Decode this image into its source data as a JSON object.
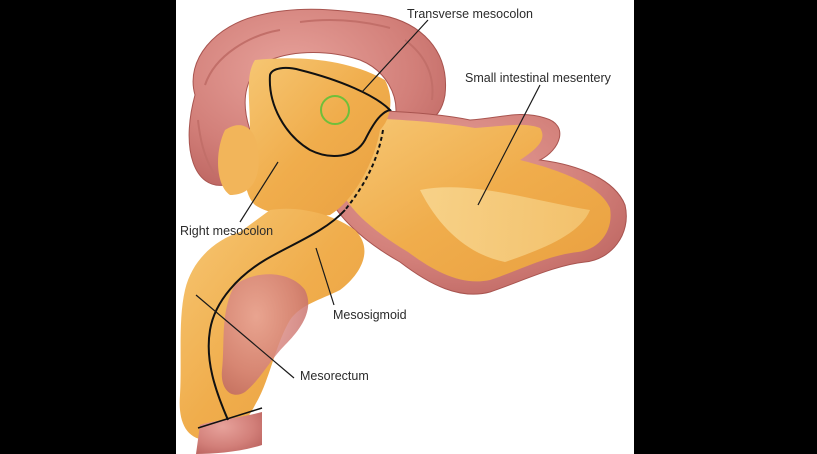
{
  "labels": {
    "transverse_mesocolon": "Transverse mesocolon",
    "small_intestinal_mesentery": "Small intestinal mesentery",
    "right_mesocolon": "Right mesocolon",
    "mesosigmoid": "Mesosigmoid",
    "mesorectum": "Mesorectum"
  },
  "colors": {
    "background": "#000000",
    "panel": "#ffffff",
    "bowel_wall": "#d98a86",
    "mesentery": "#f3b85a",
    "marker_circle": "#6fbf3a",
    "outline": "#111111"
  }
}
